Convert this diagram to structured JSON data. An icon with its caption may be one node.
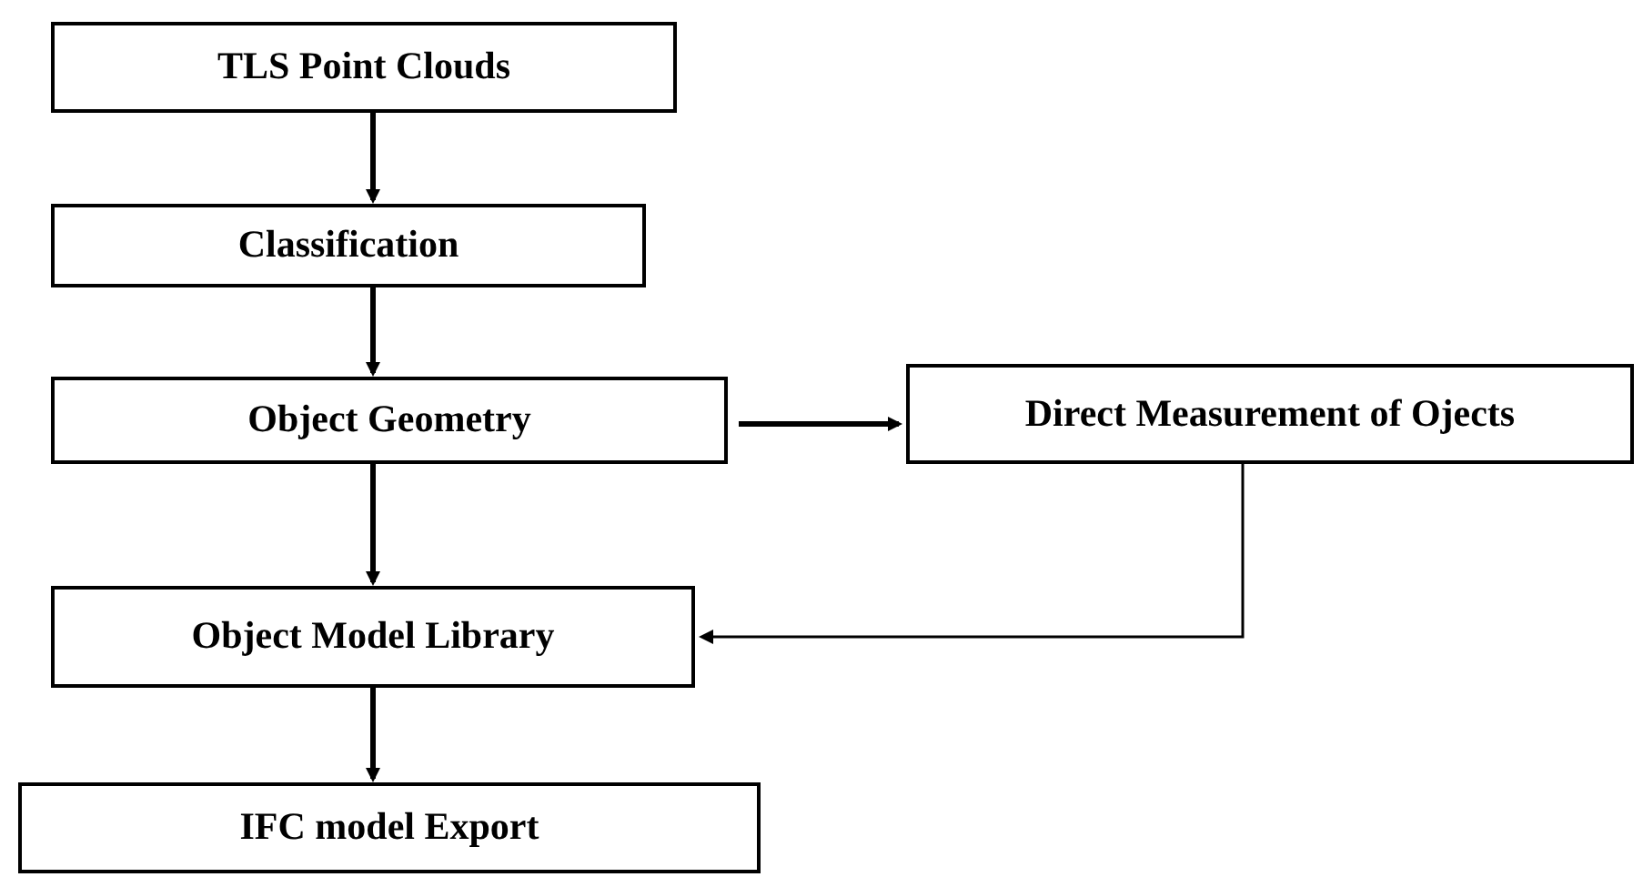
{
  "diagram": {
    "nodes": [
      {
        "text": [
          "TLS Point Clouds"
        ]
      },
      {
        "text": [
          "Classification"
        ]
      },
      {
        "text": [
          "Object Geometry"
        ]
      },
      {
        "text": [
          "Direct Measurement of Ojects"
        ]
      },
      {
        "text": [
          "Object Model Library"
        ]
      },
      {
        "text": [
          "IFC model Export"
        ]
      }
    ],
    "edges": [
      {
        "from": 0,
        "to": 1,
        "arrow": "to"
      },
      {
        "from": 1,
        "to": 2,
        "arrow": "to"
      },
      {
        "from": 2,
        "to": 3,
        "arrow": "to"
      },
      {
        "from": 2,
        "to": 4,
        "arrow": "to"
      },
      {
        "from": 3,
        "to": 4,
        "arrow": "to"
      },
      {
        "from": 4,
        "to": 5,
        "arrow": "to"
      }
    ]
  }
}
